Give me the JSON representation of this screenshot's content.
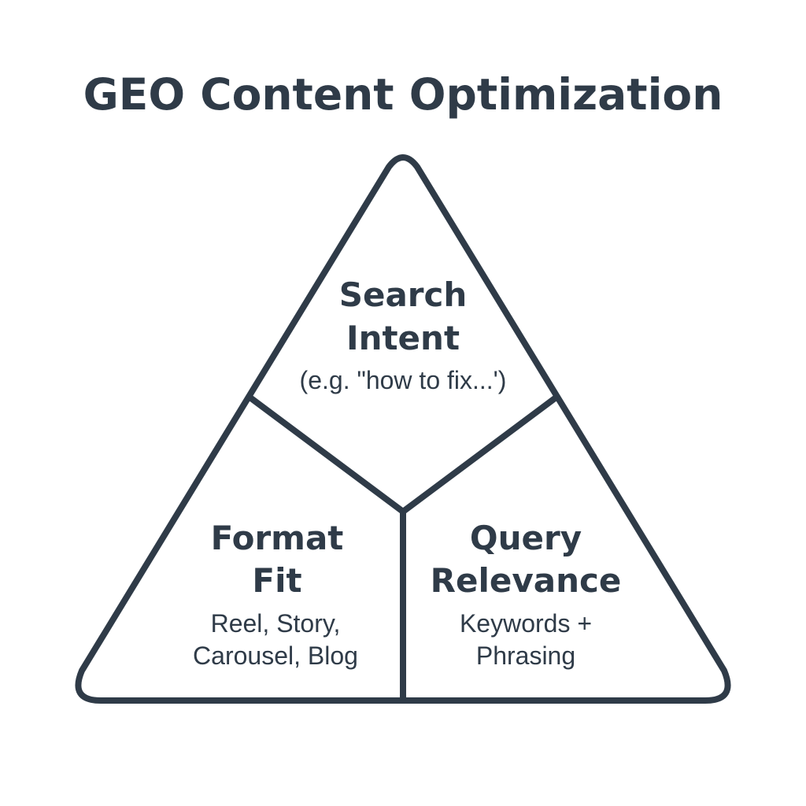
{
  "title": "GEO Content Optimization",
  "colors": {
    "ink": "#2f3b48",
    "background": "#ffffff"
  },
  "regions": {
    "top": {
      "heading": [
        "Search",
        "Intent"
      ],
      "detail": [
        "(e.g. \"how to fix...')"
      ]
    },
    "left": {
      "heading": [
        "Format",
        "Fit"
      ],
      "detail": [
        "Reel, Story,",
        "Carousel, Blog"
      ]
    },
    "right": {
      "heading": [
        "Query",
        "Relevance"
      ],
      "detail": [
        "Keywords +",
        "Phrasing"
      ]
    }
  }
}
